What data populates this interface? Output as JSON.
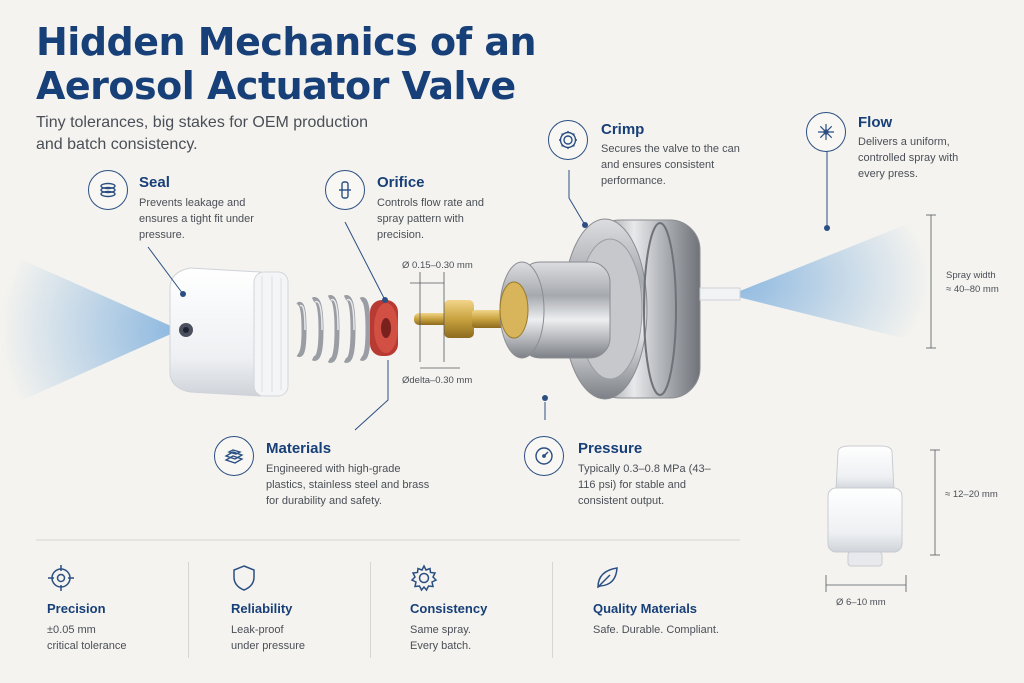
{
  "title_line1": "Hidden Mechanics of an",
  "title_line2": "Aerosol Actuator Valve",
  "subtitle": "Tiny tolerances, big stakes for OEM production and batch consistency.",
  "features": {
    "seal": {
      "title": "Seal",
      "desc": "Prevents leakage and ensures a tight fit under pressure.",
      "icon": "seal-icon"
    },
    "orifice": {
      "title": "Orifice",
      "desc": "Controls flow rate and spray pattern with precision.",
      "icon": "orifice-icon"
    },
    "crimp": {
      "title": "Crimp",
      "desc": "Secures the valve to the can and ensures consistent performance.",
      "icon": "crimp-icon"
    },
    "flow": {
      "title": "Flow",
      "desc": "Delivers a uniform, controlled spray with every press.",
      "icon": "flow-icon"
    },
    "materials": {
      "title": "Materials",
      "desc": "Engineered with high-grade plastics, stainless steel and brass for durability and safety.",
      "icon": "materials-icon"
    },
    "pressure": {
      "title": "Pressure",
      "desc": "Typically 0.3–0.8 MPa (43–116 psi) for stable and consistent output.",
      "icon": "pressure-gauge-icon"
    }
  },
  "measurements": {
    "orifice_diameter": "Ø 0.15–0.30 mm",
    "stem_diameter": "Ødelta–0.30 mm",
    "spray_width_1": "Spray width",
    "spray_width_2": "≈ 40–80 mm",
    "actuator_height": "≈ 12–20 mm",
    "actuator_diameter": "Ø 6–10 mm"
  },
  "bottom": [
    {
      "title": "Precision",
      "desc1": "±0.05 mm",
      "desc2": "critical tolerance",
      "icon": "crosshair-icon"
    },
    {
      "title": "Reliability",
      "desc1": "Leak-proof",
      "desc2": "under pressure",
      "icon": "shield-icon"
    },
    {
      "title": "Consistency",
      "desc1": "Same spray.",
      "desc2": "Every batch.",
      "icon": "gear-icon"
    },
    {
      "title": "Quality Materials",
      "desc1": "Safe. Durable. Compliant.",
      "desc2": "",
      "icon": "leaf-icon"
    }
  ],
  "colors": {
    "accent": "#173f78",
    "background": "#f4f3ef",
    "seal_red": "#c4433a",
    "brass": "#c9a23f",
    "spray": "#7fb0de"
  }
}
